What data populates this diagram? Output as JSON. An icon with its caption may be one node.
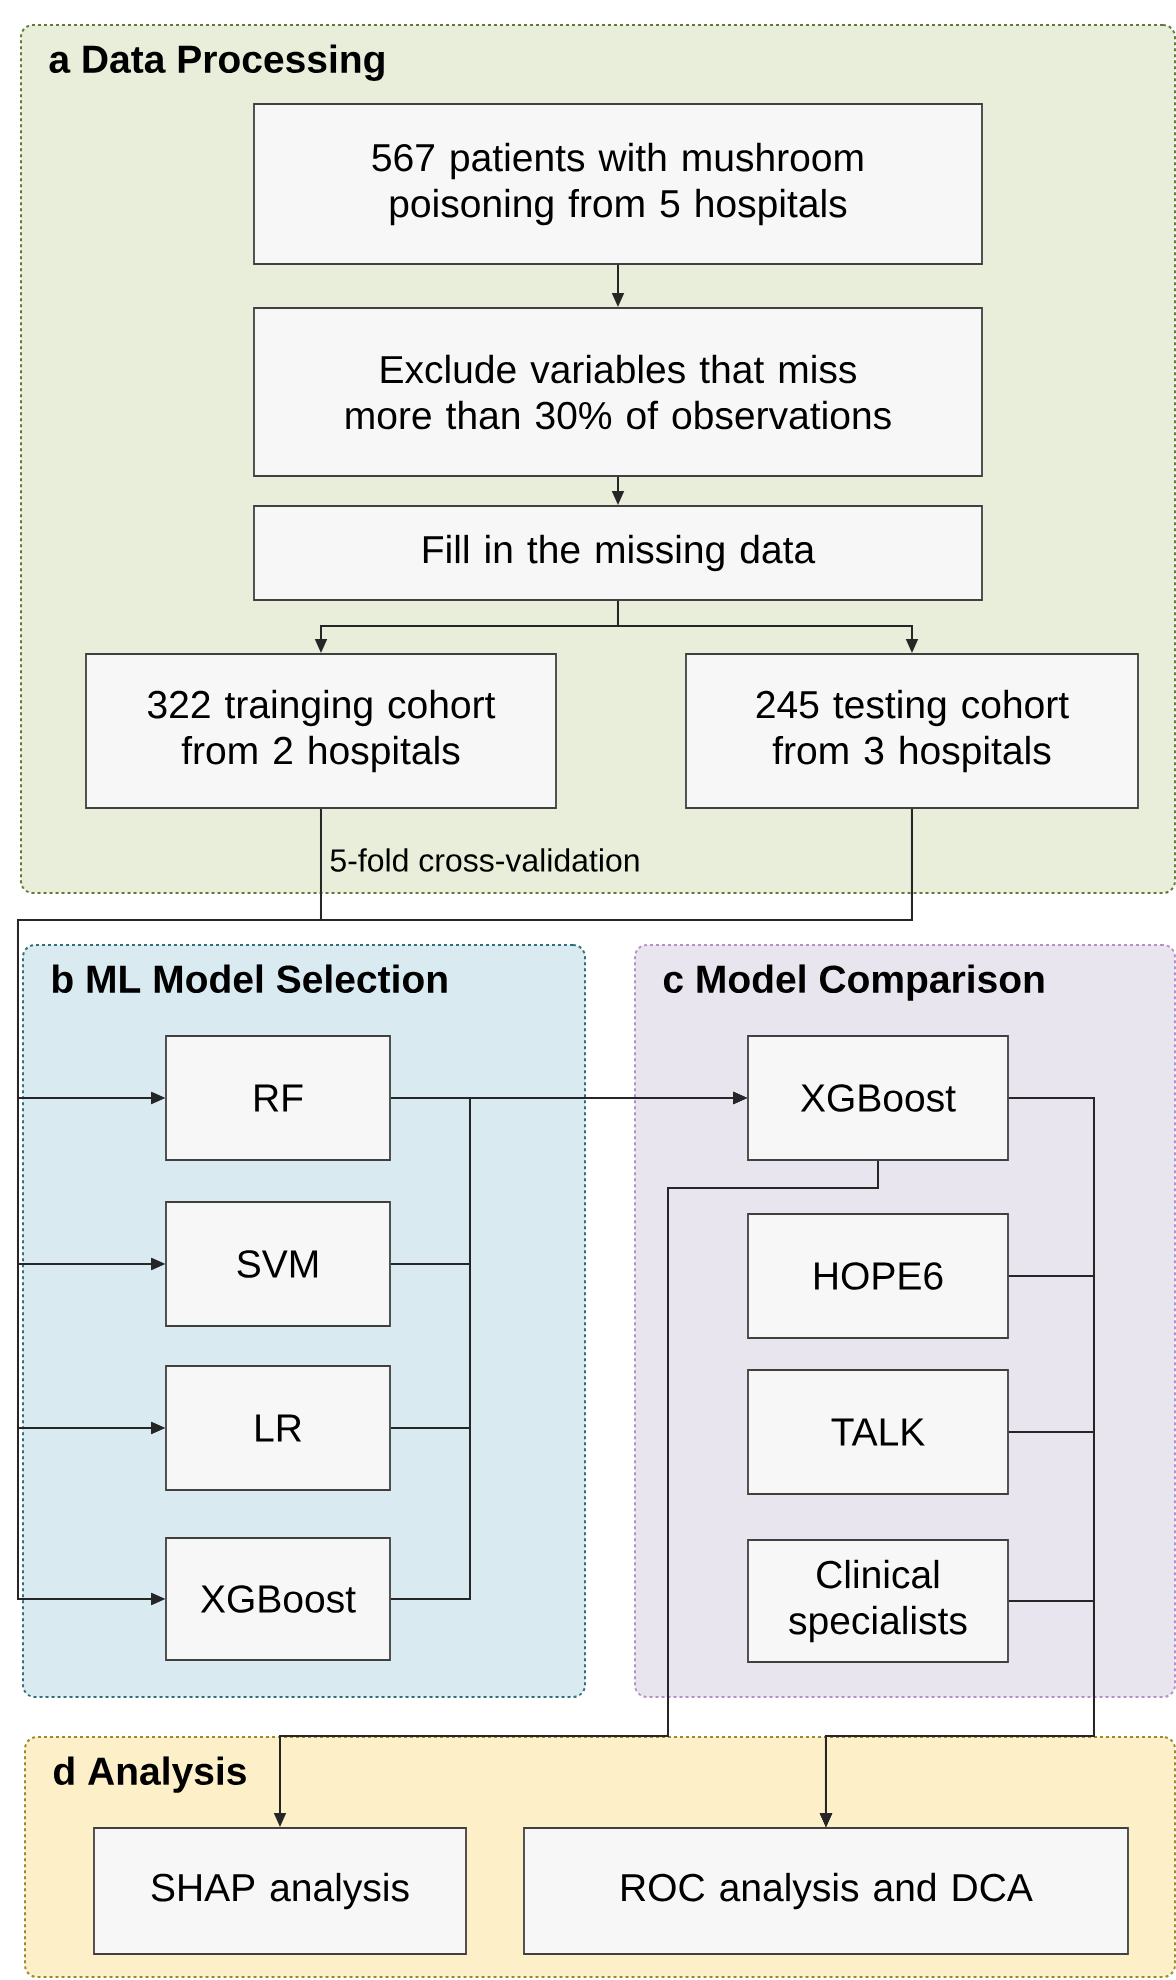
{
  "diagram": {
    "nodes": [
      {
        "text": [
          "a Data Processing"
        ]
      },
      {
        "text": [
          "567 patients with mushroom poisoning from 5 hospitals"
        ],
        "in": 0
      },
      {
        "text": [
          "Exclude variables that miss more than 30% of observations"
        ],
        "in": 0
      },
      {
        "text": [
          "Fill in the missing data"
        ],
        "in": 0
      },
      {
        "text": [
          "322 trainging cohort from 2 hospitals"
        ],
        "in": 0
      },
      {
        "text": [
          "245 testing cohort from 3 hospitals"
        ],
        "in": 0
      },
      {
        "text": [
          "b ML Model Selection"
        ]
      },
      {
        "text": [
          "RF"
        ],
        "in": 6
      },
      {
        "text": [
          "SVM"
        ],
        "in": 6
      },
      {
        "text": [
          "LR"
        ],
        "in": 6
      },
      {
        "text": [
          "XGBoost"
        ],
        "in": 6
      },
      {
        "text": [
          "c Model Comparison"
        ]
      },
      {
        "text": [
          "XGBoost"
        ],
        "in": 11
      },
      {
        "text": [
          "HOPE6"
        ],
        "in": 11
      },
      {
        "text": [
          "TALK"
        ],
        "in": 11
      },
      {
        "text": [
          "Clinical specialists"
        ],
        "in": 11
      },
      {
        "text": [
          "d Analysis"
        ]
      },
      {
        "text": [
          "SHAP analysis"
        ],
        "in": 16
      },
      {
        "text": [
          "ROC analysis and DCA"
        ],
        "in": 16
      }
    ],
    "edges": [
      {
        "from": 1,
        "to": 2,
        "arrow": "to"
      },
      {
        "from": 2,
        "to": 3,
        "arrow": "to"
      },
      {
        "from": 3,
        "to": 4,
        "arrow": "to"
      },
      {
        "from": 3,
        "to": 5,
        "arrow": "to"
      },
      {
        "from": 4,
        "to": 7,
        "arrow": "to",
        "label": "5-fold cross-validation"
      },
      {
        "from": 4,
        "to": 8,
        "arrow": "to"
      },
      {
        "from": 4,
        "to": 9,
        "arrow": "to"
      },
      {
        "from": 4,
        "to": 10,
        "arrow": "to"
      },
      {
        "from": 5,
        "to": 7,
        "arrow": "to"
      },
      {
        "from": 5,
        "to": 8,
        "arrow": "to"
      },
      {
        "from": 5,
        "to": 9,
        "arrow": "to"
      },
      {
        "from": 5,
        "to": 10,
        "arrow": "to"
      },
      {
        "from": 7,
        "to": 12,
        "arrow": "to"
      },
      {
        "from": 8,
        "to": 12,
        "arrow": "to"
      },
      {
        "from": 9,
        "to": 12,
        "arrow": "to"
      },
      {
        "from": 10,
        "to": 12,
        "arrow": "to"
      },
      {
        "from": 12,
        "to": 17,
        "arrow": "to"
      },
      {
        "from": 12,
        "to": 18,
        "arrow": "to"
      },
      {
        "from": 13,
        "to": 18,
        "arrow": "to"
      },
      {
        "from": 14,
        "to": 18,
        "arrow": "to"
      },
      {
        "from": 15,
        "to": 18,
        "arrow": "to"
      }
    ]
  }
}
